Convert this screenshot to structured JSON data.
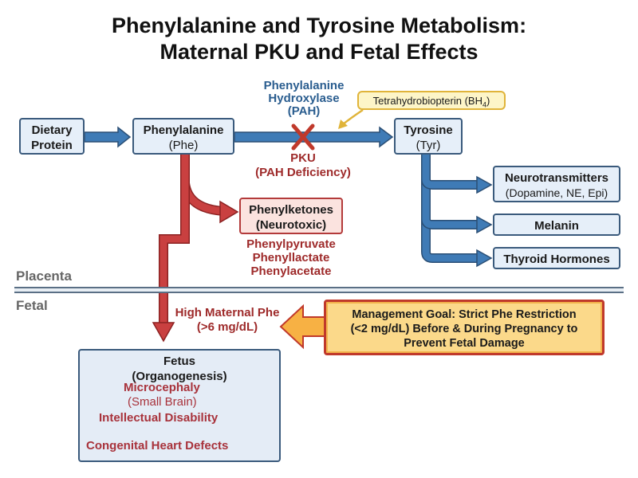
{
  "title": {
    "line1": "Phenylalanine and Tyrosine Metabolism:",
    "line2": "Maternal PKU and Fetal Effects"
  },
  "nodes": {
    "dietary_protein": {
      "line1": "Dietary",
      "line2": "Protein"
    },
    "phenylalanine": {
      "line1": "Phenylalanine",
      "line2": "(Phe)"
    },
    "tyrosine": {
      "line1": "Tyrosine",
      "line2": "(Tyr)"
    },
    "phenylketones": {
      "line1": "Phenylketones",
      "line2": "(Neurotoxic)"
    },
    "neurotransmitters": {
      "line1": "Neurotransmitters",
      "line2": "(Dopamine, NE, Epi)"
    },
    "melanin": {
      "label": "Melanin"
    },
    "thyroid_hormones": {
      "label": "Thyroid Hormones"
    },
    "fetus": {
      "line1": "Fetus",
      "line2": "(Organogenesis)"
    }
  },
  "enzyme": {
    "line1": "Phenylalanine",
    "line2": "Hydroxylase",
    "line3": "(PAH)"
  },
  "cofactor": {
    "text": "Tetrahydrobiopterin (BH",
    "subscript": "4",
    "close": ")"
  },
  "pku": {
    "line1": "PKU",
    "line2": "(PAH Deficiency)"
  },
  "metabolites": [
    "Phenylpyruvate",
    "Phenyllactate",
    "Phenylacetate"
  ],
  "regions": {
    "placenta": "Placenta",
    "fetal": "Fetal"
  },
  "maternal_phe": {
    "line1": "High Maternal Phe",
    "line2": "(>6 mg/dL)"
  },
  "management": {
    "line1": "Management Goal: Strict Phe Restriction",
    "line2": "(<2 mg/dL) Before & During Pregnancy to",
    "line3": "Prevent Fetal Damage"
  },
  "fetal_effects": {
    "microcephaly": "Microcephaly",
    "microcephaly_sub": "(Small Brain)",
    "intellectual": "Intellectual Disability",
    "heart": "Congenital Heart Defects"
  },
  "colors": {
    "blue_arrow": "#3f7bb6",
    "blue_outline": "#2b4f75",
    "red_arrow": "#c94040",
    "red_outline": "#8c2222",
    "orange_arrow": "#f7b144",
    "orange_outline": "#c0392b",
    "placenta_line": "#5a6f85"
  },
  "icons": [
    "block-x-icon",
    "head-brain-icon",
    "heart-icon"
  ]
}
